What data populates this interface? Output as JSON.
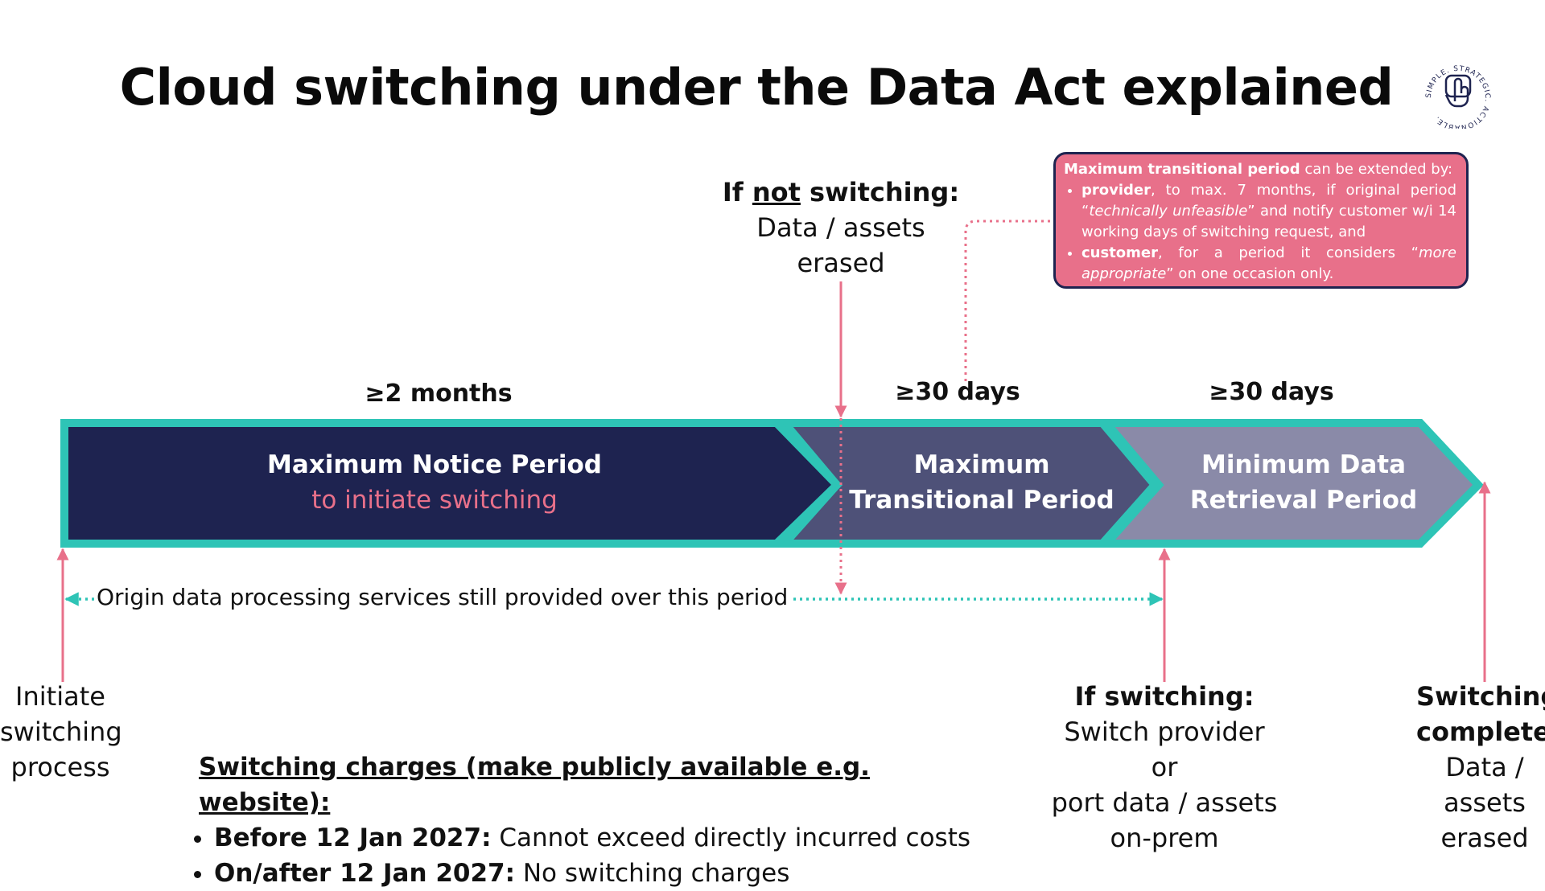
{
  "title": "Cloud switching under the Data Act explained",
  "logo": {
    "icon": "hand-tap-icon",
    "text": "SIMPLE. STRATEGIC. ACTIONABLE."
  },
  "colors": {
    "navy": "#1e2350",
    "mid_band": "#4e5178",
    "light_band": "#8a8aa8",
    "teal": "#2ec4b6",
    "pink": "#e8708a"
  },
  "periods": [
    {
      "duration": "≥2 months",
      "line1": "Maximum Notice Period",
      "line2": "to initiate switching"
    },
    {
      "duration": "≥30 days",
      "line1": "Maximum",
      "line2": "Transitional Period"
    },
    {
      "duration": "≥30 days",
      "line1": "Minimum Data",
      "line2": "Retrieval Period"
    }
  ],
  "not_switching": {
    "heading_pre": "If ",
    "heading_ul": "not",
    "heading_post": " switching:",
    "line1": "Data / assets",
    "line2": "erased"
  },
  "infobox": {
    "intro_bold": "Maximum transitional period",
    "intro_rest": " can be extended by:",
    "item1_bold": "provider",
    "item1_a": ", to max. 7 months, if original period “",
    "item1_italic": "technically unfeasible",
    "item1_b": "” and notify customer w/i 14 working days of switching request, and",
    "item2_bold": "customer",
    "item2_a": ", for a period it considers “",
    "item2_italic": "more appropriate",
    "item2_b": "” on one occasion only."
  },
  "origin_label": "Origin data processing services still provided over this period",
  "initiate": {
    "line1": "Initiate",
    "line2": "switching",
    "line3": "process"
  },
  "if_switching": {
    "heading": "If switching:",
    "line1": "Switch provider",
    "line2": "or",
    "line3": "port data / assets",
    "line4": "on-prem"
  },
  "complete": {
    "line1": "Switching",
    "line2": "complete:",
    "line3": "Data /",
    "line4": "assets",
    "line5": "erased"
  },
  "charges": {
    "heading": "Switching charges (make publicly available e.g. website):",
    "item1_bold": "Before 12 Jan 2027:",
    "item1_rest": " Cannot exceed directly incurred costs",
    "item2_bold": "On/after 12 Jan 2027:",
    "item2_rest": " No switching charges"
  }
}
